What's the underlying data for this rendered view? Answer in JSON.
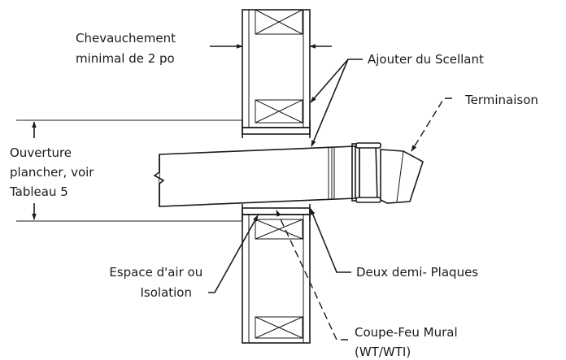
{
  "labels": {
    "overlap": [
      "Chevauchement",
      "minimal de 2 po"
    ],
    "sealant": "Ajouter du Scellant",
    "termination": "Terminaison",
    "opening": [
      "Ouverture",
      "plancher, voir",
      "Tableau 5"
    ],
    "air_space": [
      "Espace d'air ou",
      "Isolation"
    ],
    "half_plates": "Deux demi- Plaques",
    "firestop": [
      "Coupe-Feu Mural",
      "(WT/WTI)"
    ]
  }
}
